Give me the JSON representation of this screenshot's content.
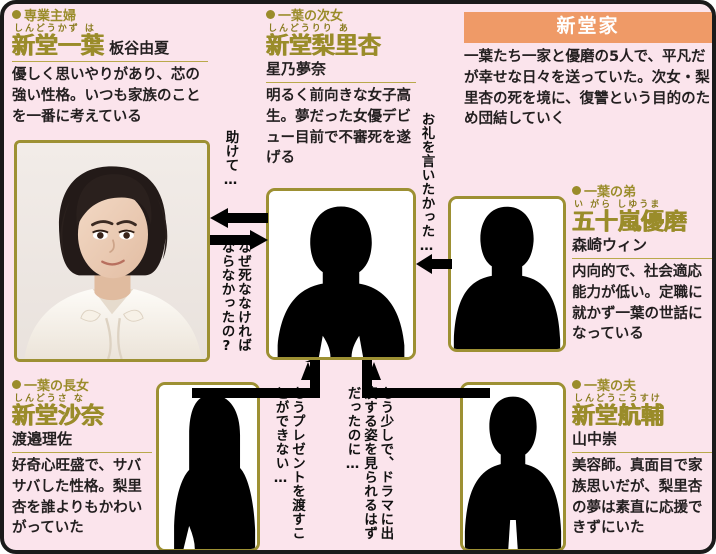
{
  "family_box": {
    "title": "新堂家",
    "description": "一葉たち一家と優磨の5人で、平凡だが幸せな日々を送っていた。次女・梨里杏の死を境に、復讐という目的のため団結していく",
    "title_bg": "#ef9a67"
  },
  "characters": {
    "ichiyo": {
      "role": "専業主婦",
      "furigana": "しんどうかず は",
      "name": "新堂一葉",
      "actor": "板谷由夏",
      "description": "優しく思いやりがあり、芯の強い性格。いつも家族のことを一番に考えている",
      "photo": "portrait-photo-ichiyo"
    },
    "riria": {
      "role": "一葉の次女",
      "furigana": "しんどうりり あ",
      "name": "新堂梨里杏",
      "actor": "星乃夢奈",
      "description": "明るく前向きな女子高生。夢だった女優デビュー目前で不審死を遂げる",
      "photo": "silhouette-riria"
    },
    "yuma": {
      "role": "一葉の弟",
      "furigana": "い がら しゆうま",
      "name": "五十嵐優磨",
      "actor": "森崎ウィン",
      "description": "内向的で、社会適応能力が低い。定職に就かず一葉の世話になっている",
      "photo": "silhouette-yuma"
    },
    "sana": {
      "role": "一葉の長女",
      "furigana": "しんどうさ な",
      "name": "新堂沙奈",
      "actor": "渡邉理佐",
      "description": "好奇心旺盛で、サバサバした性格。梨里杏を誰よりもかわいがっていた",
      "photo": "silhouette-sana"
    },
    "kosuke": {
      "role": "一葉の夫",
      "furigana": "しんどうこうすけ",
      "name": "新堂航輔",
      "actor": "山中崇",
      "description": "美容師。真面目で家族思いだが、梨里杏の夢は素直に応援できずにいた",
      "photo": "silhouette-kosuke"
    }
  },
  "connectors": {
    "tasukete": "助けて…",
    "naze": "なぜ死ななければならなかったの?",
    "orei": "お礼を言いたかった…",
    "present": "もうプレゼントを渡すことができない…",
    "drama": "もう少しで、ドラマに出演する姿を見られるはずだったのに…"
  },
  "colors": {
    "background": "#fbe4ec",
    "gold": "#9a8c2a",
    "frame": "#9d9033",
    "accent": "#ef9a67",
    "text": "#231f20"
  }
}
